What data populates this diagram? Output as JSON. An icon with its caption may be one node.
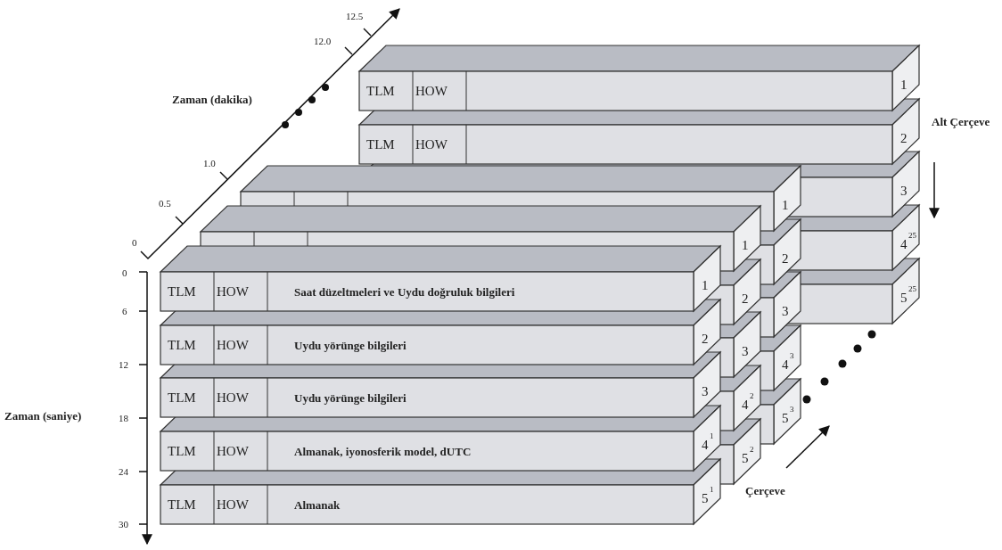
{
  "diagram": {
    "nodes": [
      {
        "text": [
          "TLM",
          "HOW",
          "1"
        ]
      },
      {
        "text": [
          "TLM",
          "HOW",
          "2"
        ]
      },
      {
        "text": [
          "3"
        ]
      },
      {
        "text": [
          "4"
        ],
        "beside": [
          "25"
        ]
      },
      {
        "text": [
          "5"
        ],
        "beside": [
          "25"
        ]
      },
      {
        "text": [
          "1"
        ]
      },
      {
        "text": [
          "2"
        ]
      },
      {
        "text": [
          "3"
        ]
      },
      {
        "text": [
          "4"
        ],
        "beside": [
          "3"
        ]
      },
      {
        "text": [
          "5"
        ],
        "beside": [
          "3"
        ]
      },
      {
        "text": [
          "1"
        ]
      },
      {
        "text": [
          "2"
        ]
      },
      {
        "text": [
          "3"
        ]
      },
      {
        "text": [
          "4"
        ],
        "beside": [
          "2"
        ]
      },
      {
        "text": [
          "5"
        ],
        "beside": [
          "2"
        ]
      },
      {
        "text": [
          "TLM",
          "HOW",
          "Saat düzeltmeleri ve Uydu doğruluk bilgileri",
          "1"
        ]
      },
      {
        "text": [
          "TLM",
          "HOW",
          "Uydu yörünge bilgileri",
          "2"
        ]
      },
      {
        "text": [
          "TLM",
          "HOW",
          "Uydu yörünge bilgileri",
          "3"
        ]
      },
      {
        "text": [
          "TLM",
          "HOW",
          "Almanak, iyonosferik model, dUTC",
          "4"
        ],
        "beside": [
          "1"
        ]
      },
      {
        "text": [
          "TLM",
          "HOW",
          "Almanak",
          "5"
        ],
        "beside": [
          "1"
        ]
      }
    ],
    "labels": [
      "12.5",
      "12.0",
      "Zaman (dakika)",
      "Alt Çerçeve",
      "1.0",
      "0.5",
      "0",
      "0",
      "6",
      "12",
      "Zaman (saniye)",
      "18",
      "24",
      "Çerçeve",
      "30"
    ]
  }
}
